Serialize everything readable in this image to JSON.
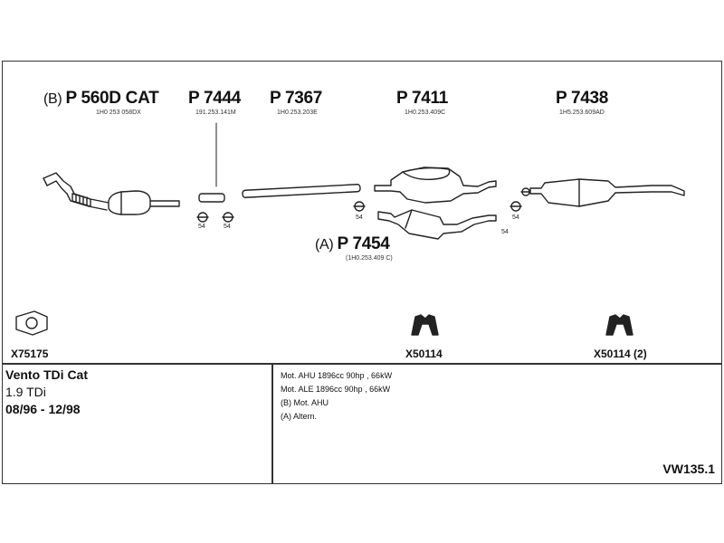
{
  "parts": [
    {
      "prefix": "(B)",
      "code": "P 560D CAT",
      "oem": "1H0 253 058DX"
    },
    {
      "prefix": "",
      "code": "P 7444",
      "oem": "191.253.141M"
    },
    {
      "prefix": "",
      "code": "P 7367",
      "oem": "1H0.253.203E"
    },
    {
      "prefix": "",
      "code": "P 7411",
      "oem": "1H0.253.409C"
    },
    {
      "prefix": "",
      "code": "P 7438",
      "oem": "1H5.253.609AD"
    },
    {
      "prefix": "(A)",
      "code": "P 7454",
      "oem": "(1H0.253.409 C)"
    }
  ],
  "clamp_labels": [
    "54",
    "54",
    "54",
    "54",
    "54"
  ],
  "fittings": [
    {
      "code": "X75175",
      "icon": "gasket-icon"
    },
    {
      "code": "X50114",
      "icon": "rubber-mount-icon"
    },
    {
      "code": "X50114 (2)",
      "icon": "rubber-mount-icon"
    }
  ],
  "vehicle": {
    "model": "Vento TDi Cat",
    "engine": "1.9 TDi",
    "dates": "08/96 - 12/98"
  },
  "notes": [
    "Mot. AHU 1896cc 90hp , 66kW",
    "Mot. ALE 1896cc 90hp , 66kW",
    "(B) Mot. AHU",
    "(A) Altern."
  ],
  "reference": "VW135.1"
}
